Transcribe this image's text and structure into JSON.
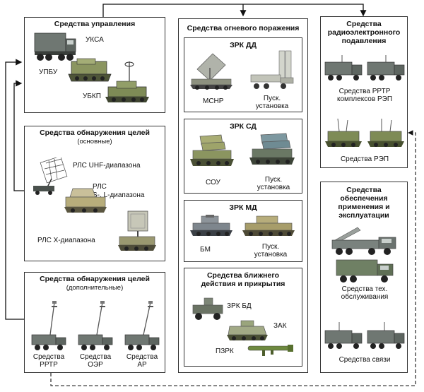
{
  "control": {
    "title": "Средства управления",
    "items": [
      "УКСА",
      "УПБУ",
      "УБКП"
    ]
  },
  "detection_main": {
    "title": "Средства обнаружения целей",
    "subtitle": "(основные)",
    "items": [
      "РЛС UHF-диапазона",
      "РЛС",
      "S-, L-диапазона",
      "РЛС X-диапазона"
    ]
  },
  "detection_extra": {
    "title": "Средства обнаружения целей",
    "subtitle": "(дополнительные)",
    "items": [
      {
        "l1": "Средства",
        "l2": "РРТР"
      },
      {
        "l1": "Средства",
        "l2": "ОЭР"
      },
      {
        "l1": "Средства",
        "l2": "АР"
      }
    ]
  },
  "fire": {
    "title": "Средства огневого поражения",
    "dd": {
      "title": "ЗРК ДД",
      "left": "МСНР",
      "right_l1": "Пуск.",
      "right_l2": "установка"
    },
    "sd": {
      "title": "ЗРК СД",
      "left": "СОУ",
      "right_l1": "Пуск.",
      "right_l2": "установка"
    },
    "md": {
      "title": "ЗРК МД",
      "left": "БМ",
      "right_l1": "Пуск.",
      "right_l2": "установка"
    },
    "close": {
      "title_l1": "Средства ближнего",
      "title_l2": "действия и прикрытия",
      "items": [
        "ЗРК БД",
        "ЗАК",
        "ПЗРК"
      ]
    }
  },
  "ew": {
    "title_l1": "Средства",
    "title_l2": "радиоэлектронного",
    "title_l3": "подавления",
    "item1_l1": "Средства РРТР",
    "item1_l2": "комплексов РЭП",
    "item2": "Средства РЭП"
  },
  "support": {
    "title_l1": "Средства",
    "title_l2": "обеспечения",
    "title_l3": "применения и",
    "title_l4": "эксплуатации",
    "item1_l1": "Средства тех.",
    "item1_l2": "обслуживания",
    "item2": "Средства связи"
  },
  "colors": {
    "border": "#333333",
    "truck": "#6f7772",
    "green": "#7e8b56",
    "sand": "#b7ad7b",
    "dark": "#3a3f3b"
  }
}
